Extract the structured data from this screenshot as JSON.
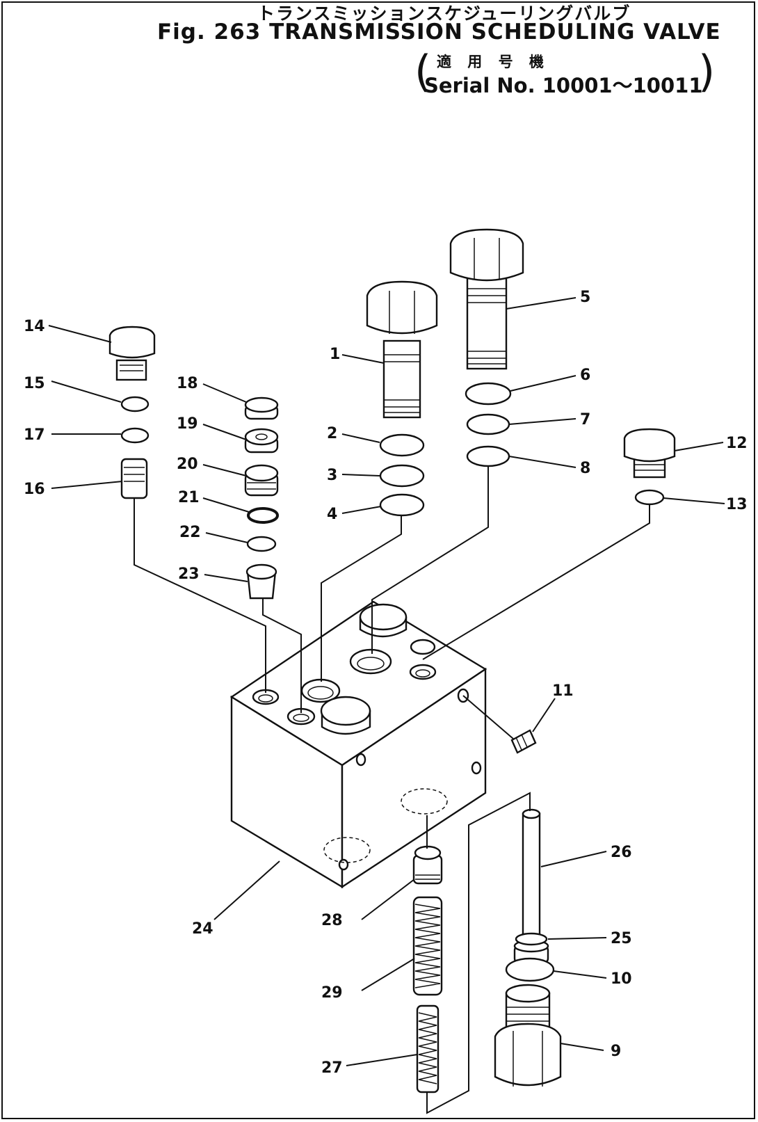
{
  "title": {
    "japanese": "トランスミッションスケジューリングバルブ",
    "figure": "Fig. 263 TRANSMISSION SCHEDULING VALVE",
    "applicability_japanese": "適 用 号 機",
    "serial": "Serial No. 10001～10011"
  },
  "callouts": {
    "c1": "1",
    "c2": "2",
    "c3": "3",
    "c4": "4",
    "c5": "5",
    "c6": "6",
    "c7": "7",
    "c8": "8",
    "c9": "9",
    "c10": "10",
    "c11": "11",
    "c12": "12",
    "c13": "13",
    "c14": "14",
    "c15": "15",
    "c16": "16",
    "c17": "17",
    "c18": "18",
    "c19": "19",
    "c20": "20",
    "c21": "21",
    "c22": "22",
    "c23": "23",
    "c24": "24",
    "c25": "25",
    "c26": "26",
    "c27": "27",
    "c28": "28",
    "c29": "29"
  }
}
